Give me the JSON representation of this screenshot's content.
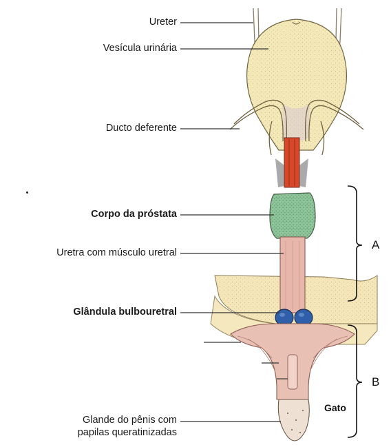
{
  "labels": {
    "ureter": "Ureter",
    "vesicula": "Vesícula urinária",
    "ducto": "Ducto deferente",
    "prostata": "Corpo da próstata",
    "uretra": "Uretra com músculo uretral",
    "bulbouretral": "Glândula bulbouretral",
    "glande_1": "Glande do pênis com",
    "glande_2": "papilas queratinizadas"
  },
  "brackets": {
    "a": "A",
    "b": "B"
  },
  "species": "Gato",
  "colors": {
    "bladder": "#f3e8b8",
    "prostate": "#8fc49a",
    "urethra": "#e8b7ac",
    "bulbourethral": "#2f5fa8",
    "pelvis": "#f4e6b8",
    "ductus_highlight": "#d9472b"
  }
}
